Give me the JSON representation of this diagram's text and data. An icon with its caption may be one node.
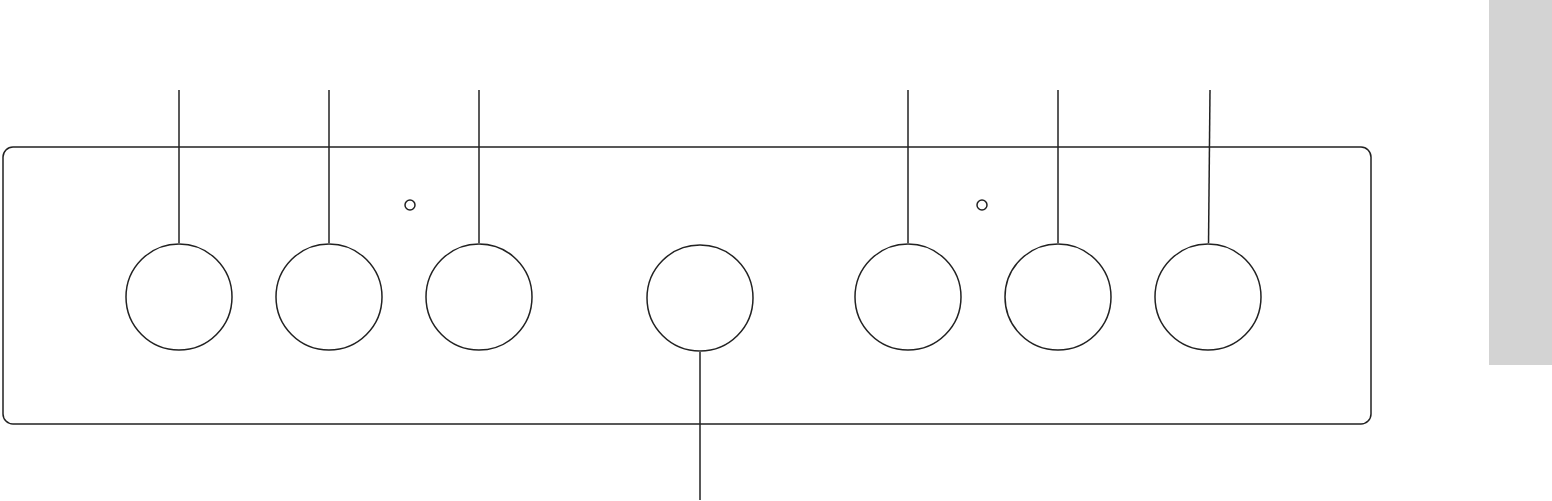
{
  "diagram": {
    "nodes": [
      {
        "text": [],
        "shape": "box"
      },
      {
        "text": [],
        "shape": "circle",
        "in": 0
      },
      {
        "text": [],
        "shape": "circle",
        "in": 0
      },
      {
        "text": [],
        "shape": "circle",
        "in": 0
      },
      {
        "text": [],
        "shape": "circle",
        "in": 0
      },
      {
        "text": [],
        "shape": "circle",
        "in": 0
      },
      {
        "text": [],
        "shape": "circle",
        "in": 0
      },
      {
        "text": [],
        "shape": "circle",
        "in": 0
      },
      {
        "text": [],
        "shape": "circle",
        "in": 0
      },
      {
        "text": [],
        "shape": "circle",
        "in": 0
      },
      {
        "text": [],
        "shape": "bar"
      }
    ],
    "edges": [
      {
        "from": null,
        "to": 1,
        "arrow": "none"
      },
      {
        "from": null,
        "to": 2,
        "arrow": "none"
      },
      {
        "from": null,
        "to": 4,
        "arrow": "none"
      },
      {
        "from": null,
        "to": 6,
        "arrow": "none"
      },
      {
        "from": null,
        "to": 8,
        "arrow": "none"
      },
      {
        "from": null,
        "to": 9,
        "arrow": "none"
      },
      {
        "from": null,
        "to": 5,
        "arrow": "none"
      }
    ]
  }
}
